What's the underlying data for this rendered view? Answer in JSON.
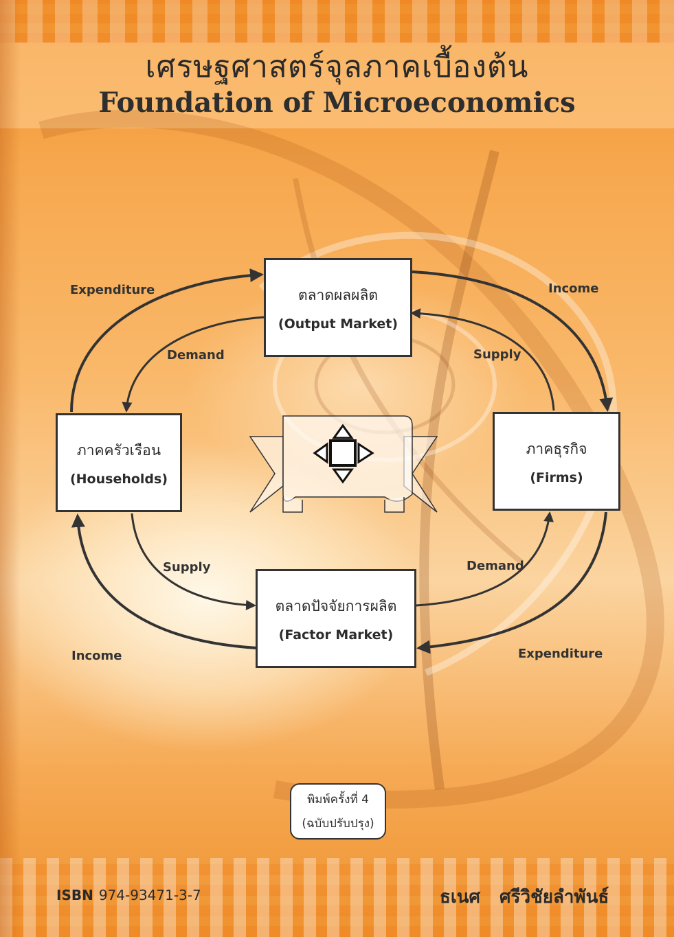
{
  "book": {
    "title_thai": "เศรษฐศาสตร์จุลภาคเบื้องต้น",
    "title_english": "Foundation of Microeconomics",
    "isbn_label": "ISBN",
    "isbn_number": "974-93471-3-7",
    "author_first": "ธเนศ",
    "author_last": "ศรีวิชัยลำพันธ์",
    "edition_line1": "พิมพ์ครั้งที่ 4",
    "edition_line2": "(ฉบับปรับปรุง)"
  },
  "diagram": {
    "output_market": {
      "thai": "ตลาดผลผลิต",
      "english": "(Output Market)"
    },
    "households": {
      "thai": "ภาคครัวเรือน",
      "english": "(Households)"
    },
    "firms": {
      "thai": "ภาคธุรกิจ",
      "english": "(Firms)"
    },
    "factor_market": {
      "thai": "ตลาดปัจจัยการผลิต",
      "english": "(Factor Market)"
    },
    "labels": {
      "expenditure_top": "Expenditure",
      "income_top": "Income",
      "demand_top": "Demand",
      "supply_top": "Supply",
      "supply_bottom": "Supply",
      "demand_bottom": "Demand",
      "income_bottom": "Income",
      "expenditure_bottom": "Expenditure"
    },
    "center_emblem": "ribbon-banner-with-four-arrows-icon"
  },
  "colors": {
    "background": "#f2a24a",
    "ink": "#333333",
    "box_fill": "#ffffff"
  }
}
